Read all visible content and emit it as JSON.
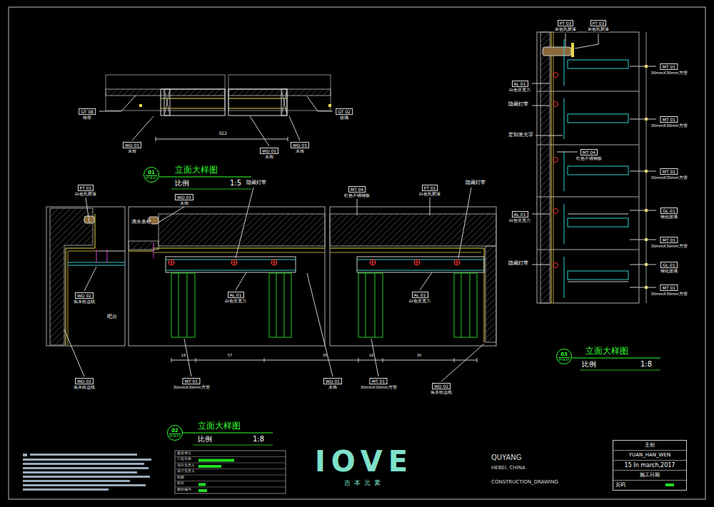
{
  "diagram": {
    "nodes": [
      {
        "text": [
          "GT 08",
          "饰带"
        ]
      },
      {
        "text": [
          "WD 01",
          "木饰"
        ]
      },
      {
        "text": [
          "WD 01",
          "木饰"
        ]
      },
      {
        "text": [
          "WD 01",
          "木饰"
        ]
      },
      {
        "text": [
          "GT 02",
          "玻璃"
        ]
      },
      {
        "text": [
          "01",
          "IP-IB-07"
        ]
      },
      {
        "text": [
          "PT 01",
          "白色乳胶漆"
        ]
      },
      {
        "text": [
          "WD 01",
          "木饰"
        ]
      },
      {
        "text": [
          "MT 04",
          "红色不锈钢板"
        ]
      },
      {
        "text": [
          "PT 01",
          "白色乳胶漆"
        ]
      },
      {
        "text": [
          "WD 02",
          "实木收边线"
        ]
      },
      {
        "text": [
          "AL 01",
          "白色亚克力"
        ]
      },
      {
        "text": [
          "AL 01",
          "白色亚克力"
        ]
      },
      {
        "text": [
          "WD 02",
          "实木收边线"
        ]
      },
      {
        "text": [
          "MT 01",
          "30mmX30mm方管"
        ]
      },
      {
        "text": [
          "WD 01",
          "木饰"
        ]
      },
      {
        "text": [
          "MT 01",
          "30mmX30mm方管"
        ]
      },
      {
        "text": [
          "WD 02",
          "实木收边线"
        ]
      },
      {
        "text": [
          "02",
          "IP-IB-07"
        ]
      },
      {
        "text": [
          "PT 03",
          "灰色乳胶漆"
        ]
      },
      {
        "text": [
          "PT 03",
          "灰色乳胶漆"
        ]
      },
      {
        "text": [
          "MT 01",
          "30mmX30mm方管"
        ]
      },
      {
        "text": [
          "AL 01",
          "白色亚克力"
        ]
      },
      {
        "text": [
          "MT 01",
          "30mmX30mm方管"
        ]
      },
      {
        "text": [
          "MT 04",
          "红色不锈钢板"
        ]
      },
      {
        "text": [
          "MT 01",
          "30mmX30mm方管"
        ]
      },
      {
        "text": [
          "AL 01",
          "白色亚克力"
        ]
      },
      {
        "text": [
          "GL 01",
          "钢化玻璃"
        ]
      },
      {
        "text": [
          "MT 01",
          "30mmX30mm方管"
        ]
      },
      {
        "text": [
          "GL 01",
          "钢化玻璃"
        ]
      },
      {
        "text": [
          "MT 01",
          "30mmX30mm方管"
        ]
      },
      {
        "text": [
          "03",
          "IP-IB-07"
        ]
      },
      {
        "text": [
          "主创",
          "YUAN_HAN_WEN",
          "15 In march,2017",
          "施工日期",
          "页码"
        ]
      }
    ],
    "labels": [
      "322",
      "立面大样图",
      "比例",
      "1:5",
      "滴水条槽",
      "隐藏灯带",
      "隐藏灯带",
      "吧台",
      "18",
      "57",
      "35",
      "18",
      "30",
      "立面大样图",
      "比例",
      "1:8",
      "隐藏灯带",
      "定制发光字",
      "隐藏灯带",
      "立面大样图",
      "比例",
      "1:8",
      "建设单位",
      "工程名称",
      "项目负责人",
      "设计负责人",
      "制图",
      "校对",
      "图纸编号",
      "IOVE",
      "吉本元素",
      "QUYANG",
      "HEBEI, CHINA",
      "CONSTRUCTION_DRAWING"
    ]
  }
}
